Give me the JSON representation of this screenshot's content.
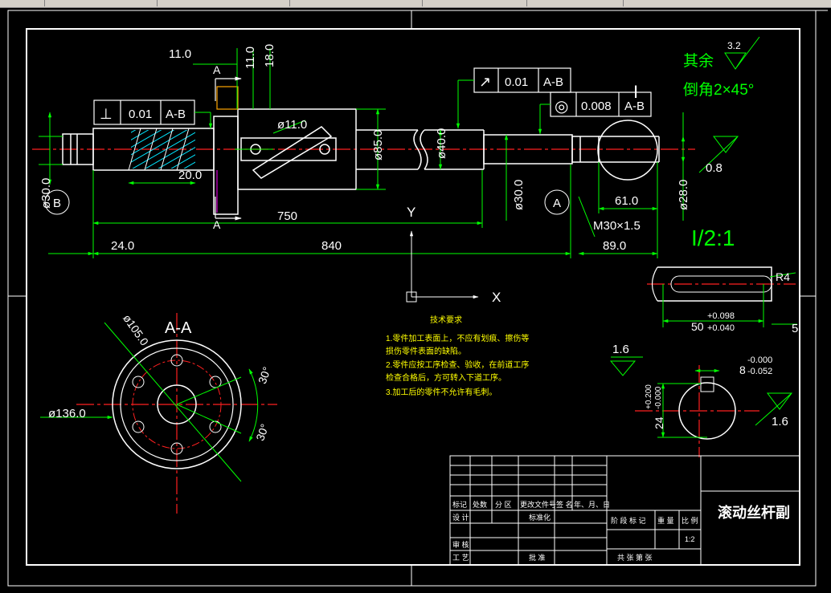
{
  "window": {
    "tabs": [
      "",
      "",
      "",
      "",
      "",
      ""
    ]
  },
  "dims": {
    "d1": "11.0",
    "d2": "11.0",
    "d3": "18.0",
    "d4": "20.0",
    "dia11": "ø11.0",
    "dia85": "ø85.0",
    "dia40": "ø40.0",
    "dia30_left": "ø30.0",
    "dia30_mid": "ø30.0",
    "dia28": "ø28.0",
    "len750": "750",
    "len840": "840",
    "len24": "24.0",
    "len61": "61.0",
    "len89": "89.0",
    "thread": "M30×1.5"
  },
  "tolerances": {
    "perp_symbol": "⊥",
    "perp_value": "0.01",
    "perp_datum": "A-B",
    "runout_symbol": "↗",
    "runout_value": "0.01",
    "runout_datum": "A-B",
    "conc_symbol": "◎",
    "conc_value": "0.008",
    "conc_datum": "A-B"
  },
  "labels": {
    "section_a_top": "A",
    "section_a_bottom": "A",
    "datum_a": "A",
    "datum_b": "B",
    "detail_mark": "I",
    "rough_08": "0.8",
    "rough_16a": "1.6",
    "rough_16b": "1.6",
    "rough_32": "3.2",
    "other": "其余",
    "chamfer": "倒角2×45°",
    "detail_scale": "I/2:1"
  },
  "axes": {
    "y": "Y",
    "x": "X"
  },
  "section": {
    "title": "A-A",
    "dia105": "ø105.0",
    "dia136": "ø136.0",
    "ang30a": "30°",
    "ang30b": "30°"
  },
  "detail": {
    "r4": "R4",
    "len50": "50",
    "tol_hi": "+0.098",
    "tol_lo": "+0.040",
    "five": "5",
    "w8": "8",
    "w8_hi": "-0.000",
    "w8_lo": "-0.052",
    "h24": "24",
    "h24_hi": "+0.200",
    "h24_lo": "-0.000"
  },
  "notes": {
    "title": "技术要求",
    "n1a": "1.零件加工表面上，不应有划痕、擦伤等",
    "n1b": "损伤零件表面的缺陷。",
    "n2a": "2.零件应按工序检查、验收，在前道工序",
    "n2b": "检查合格后，方可转入下道工序。",
    "n3": "3.加工后的零件不允许有毛刺。"
  },
  "titleblock": {
    "name": "滚动丝杆副",
    "c_mark": "标记",
    "c_count": "处数",
    "c_zone": "分 区",
    "c_doc": "更改文件号",
    "c_sign": "签 名",
    "c_date": "年、月、日",
    "design": "设 计",
    "std": "标准化",
    "check": "审 核",
    "process": "工 艺",
    "approve": "批 准",
    "stage": "阶 段 标 记",
    "weight": "重 量",
    "scale_h": "比 例",
    "scale": "1:2",
    "sheets": "共  张  第  张"
  },
  "colors": {
    "background": "#000000",
    "outline": "#ffffff",
    "dim": "#00ff00",
    "center": "#ff2020",
    "tab": "#d4d0c8"
  }
}
